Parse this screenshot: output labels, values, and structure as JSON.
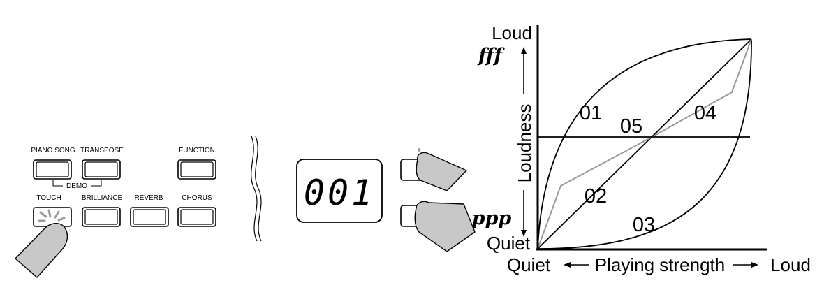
{
  "panel": {
    "buttons": [
      {
        "label": "PIANO SONG"
      },
      {
        "label": "TRANSPOSE"
      },
      {
        "label": "FUNCTION"
      },
      {
        "label": "TOUCH"
      },
      {
        "label": "BRILLIANCE"
      },
      {
        "label": "REVERB"
      },
      {
        "label": "CHORUS"
      }
    ],
    "demo_label": "DEMO"
  },
  "display": {
    "value": "001"
  },
  "stepper": {
    "plus_label": "+"
  },
  "chart": {
    "y_top_label": "Loud",
    "y_bottom_label": "Quiet",
    "y_axis_label": "Loudness",
    "fff_label": "fff",
    "ppp_label": "ppp",
    "x_left_label": "Quiet",
    "x_axis_label": "Playing strength",
    "x_right_label": "Loud",
    "curve_labels": [
      "01",
      "02",
      "03",
      "04",
      "05"
    ]
  }
}
